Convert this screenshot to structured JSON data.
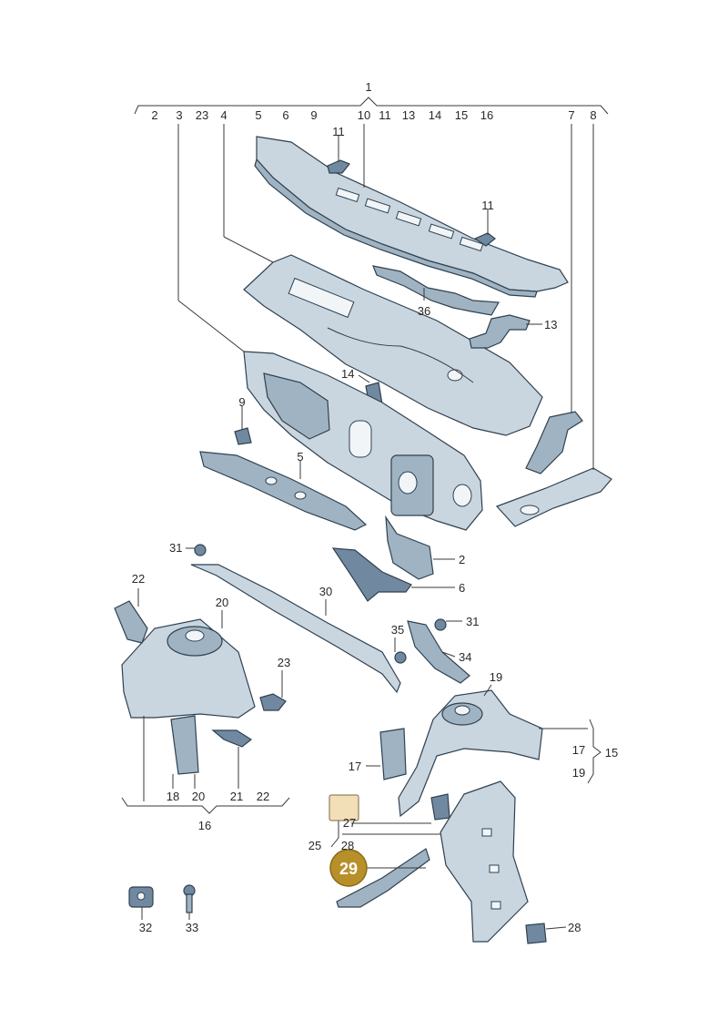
{
  "diagram": {
    "highlight_badge": "29",
    "labels": {
      "n1": "1",
      "n2": "2",
      "n3": "3",
      "n23": "23",
      "n4": "4",
      "n5": "5",
      "n6": "6",
      "n9": "9",
      "n10": "10",
      "n11": "11",
      "n13": "13",
      "n14": "14",
      "n15": "15",
      "n16": "16",
      "n7": "7",
      "n8": "8",
      "p11a": "11",
      "p11b": "11",
      "p36": "36",
      "p13": "13",
      "p14": "14",
      "p9": "9",
      "p5": "5",
      "p2": "2",
      "p6": "6",
      "p31a": "31",
      "p22": "22",
      "p20": "20",
      "p30": "30",
      "p35": "35",
      "p31b": "31",
      "p34": "34",
      "p23": "23",
      "p19": "19",
      "p17": "17",
      "p17b": "17",
      "p15": "15",
      "p19b": "19",
      "p18": "18",
      "p20b": "20",
      "p21": "21",
      "p22b": "22",
      "p16": "16",
      "p27": "27",
      "p25": "25",
      "p28a": "28",
      "p28b": "28",
      "p32": "32",
      "p33": "33"
    },
    "colors": {
      "part_light": "#c9d6e0",
      "part_mid": "#9fb3c3",
      "part_dark": "#7089a0",
      "badge": "#b8902a",
      "beige": "#f3dfb7"
    }
  }
}
